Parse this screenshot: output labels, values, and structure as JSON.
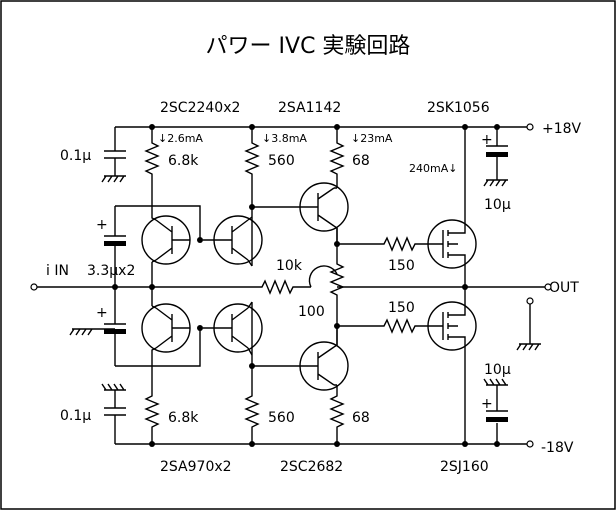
{
  "title": "パワー IVC 実験回路",
  "labels": {
    "q_top_pair": "2SC2240x2",
    "q_top_mid": "2SA1142",
    "q_top_fet": "2SK1056",
    "q_bot_pair": "2SA970x2",
    "q_bot_mid": "2SC2682",
    "q_bot_fet": "2SJ160",
    "rail_pos": "+18V",
    "rail_neg": "-18V",
    "cur1": "↓2.6mA",
    "cur2": "↓3.8mA",
    "cur3": "↓23mA",
    "cur_fet": "240mA↓",
    "c_top_left": "0.1μ",
    "c_bot_left": "0.1μ",
    "c_top_right": "10μ",
    "c_bot_right": "10μ",
    "r_top1": "6.8k",
    "r_top2": "560",
    "r_top3": "68",
    "r_bot1": "6.8k",
    "r_bot2": "560",
    "r_bot3": "68",
    "r_in": "10k",
    "r_fb": "100",
    "r_gate_top": "150",
    "r_gate_bot": "150",
    "input": "i IN",
    "c_in": "3.3μx2",
    "output": "OUT",
    "plus_top_right": "+",
    "plus_bot_right": "+",
    "plus_in_top": "+",
    "plus_in_bot": "+"
  }
}
